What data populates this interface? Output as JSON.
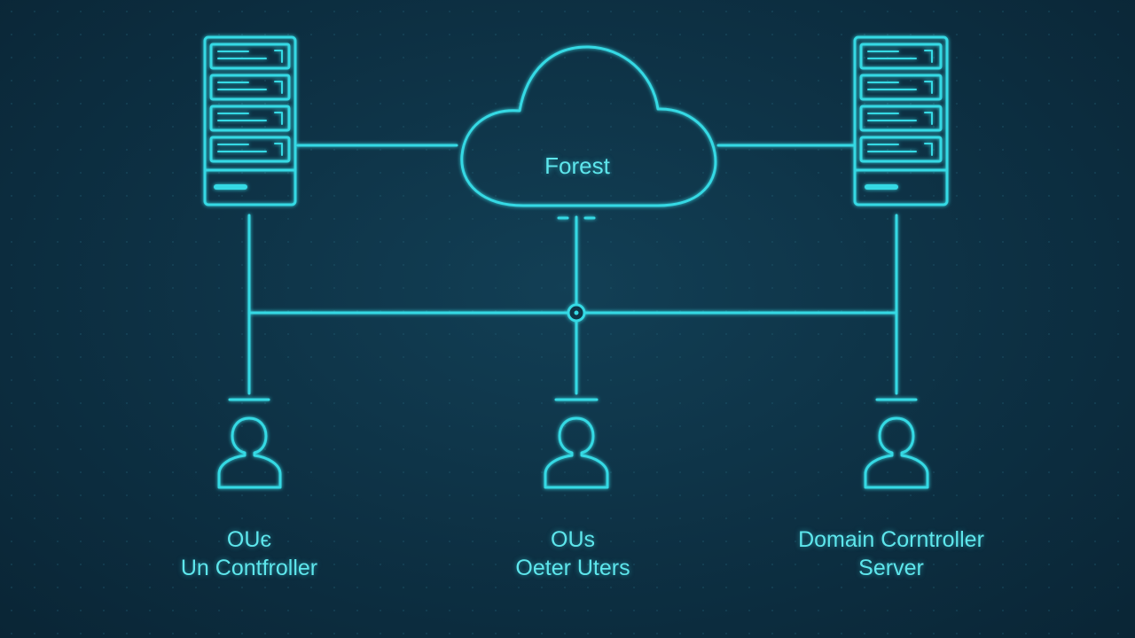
{
  "colors": {
    "background": "#0d3043",
    "line": "#35d9e4",
    "text": "#5ee6ec"
  },
  "cloud": {
    "label": "Forest",
    "icon": "cloud-icon"
  },
  "servers": [
    {
      "name": "server-left",
      "icon": "server-rack-icon"
    },
    {
      "name": "server-right",
      "icon": "server-rack-icon"
    }
  ],
  "nodes": [
    {
      "icon": "user-icon",
      "label_line1": "OUє",
      "label_line2": "Un Contfroller"
    },
    {
      "icon": "user-icon",
      "label_line1": "OUs",
      "label_line2": "Oeter Uters"
    },
    {
      "icon": "user-icon",
      "label_line1": "Domain Corntroller",
      "label_line2": "Server"
    }
  ]
}
